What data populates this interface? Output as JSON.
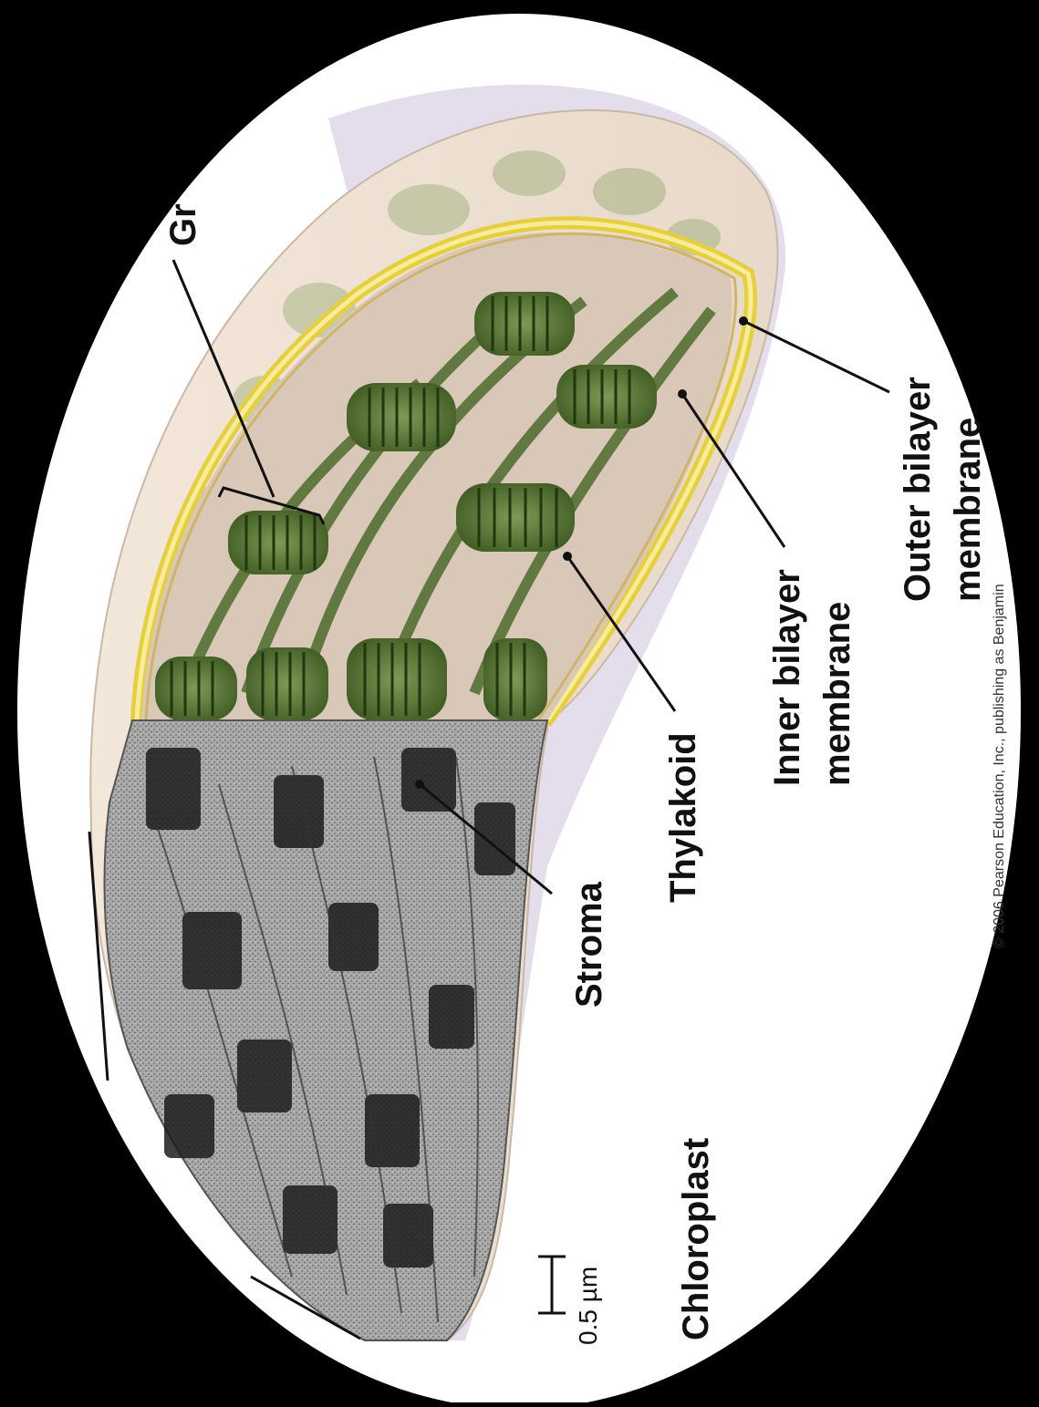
{
  "labels": {
    "grana_partial": "Gr",
    "outer_l1": "Outer bilayer",
    "outer_l2": "membrane",
    "inner_l1": "Inner bilayer",
    "inner_l2": "membrane",
    "thylakoid": "Thylakoid",
    "stroma": "Stroma",
    "chloroplast": "Chloroplast",
    "scale": "0.5 µm",
    "copyright": "© 2006 Pearson Education, Inc., publishing as Benjamin"
  },
  "colors": {
    "background": "#000000",
    "frame": "#ffffff",
    "envelope": "#efe2d2",
    "outer_membrane": "#e9d44a",
    "thylakoid": "#5b7a36",
    "thylakoid_dark": "#2f4719",
    "micrograph": "#9a9a9a",
    "shadow": "#c7bdd8"
  }
}
